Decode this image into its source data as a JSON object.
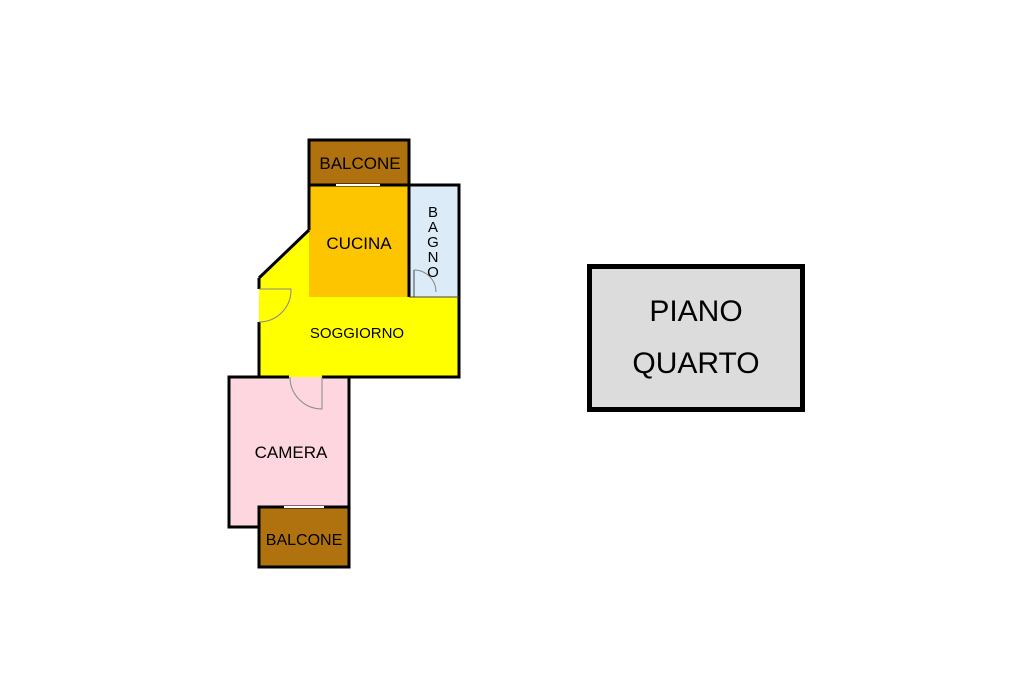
{
  "plan": {
    "rooms": {
      "balcone_top": {
        "label": "BALCONE",
        "color": "#b0720e"
      },
      "cucina": {
        "label": "CUCINA",
        "color": "#fdc400"
      },
      "bagno": {
        "label": "BAGNO",
        "color": "#dcebf8"
      },
      "soggiorno": {
        "label": "SOGGIORNO",
        "color": "#ffff00"
      },
      "camera": {
        "label": "CAMERA",
        "color": "#fdd6e0"
      },
      "balcone_bottom": {
        "label": "BALCONE",
        "color": "#b0720e"
      }
    }
  },
  "floor": {
    "line1": "PIANO",
    "line2": "QUARTO",
    "color": "#dcdcdc"
  }
}
